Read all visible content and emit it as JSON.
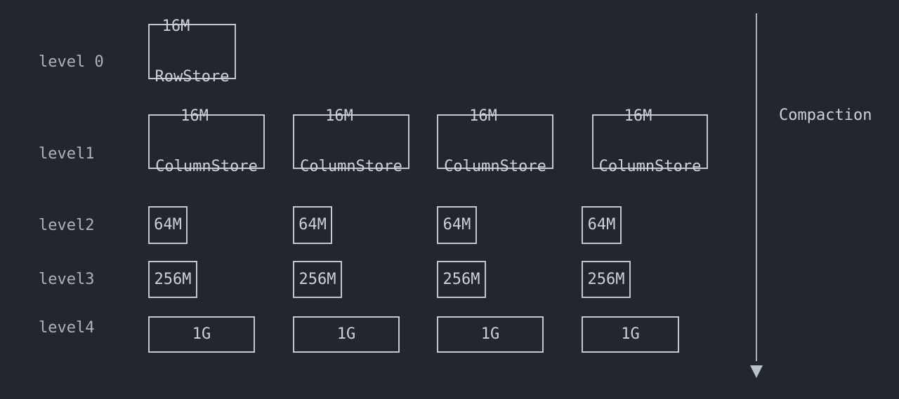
{
  "colors": {
    "background": "#22262e",
    "box_border": "#c2c8d1",
    "box_text": "#ccd1d9",
    "label_text": "#acb3be",
    "arrow": "#a9b1bd",
    "arrowhead": "#b9c1cb"
  },
  "levels": [
    {
      "label": "level 0",
      "boxes": [
        {
          "size": "16M",
          "store": "RowStore"
        }
      ]
    },
    {
      "label": "level1",
      "boxes": [
        {
          "size": "16M",
          "store": "ColumnStore"
        },
        {
          "size": "16M",
          "store": "ColumnStore"
        },
        {
          "size": "16M",
          "store": "ColumnStore"
        },
        {
          "size": "16M",
          "store": "ColumnStore"
        }
      ]
    },
    {
      "label": "level2",
      "boxes": [
        {
          "size": "64M"
        },
        {
          "size": "64M"
        },
        {
          "size": "64M"
        },
        {
          "size": "64M"
        }
      ]
    },
    {
      "label": "level3",
      "boxes": [
        {
          "size": "256M"
        },
        {
          "size": "256M"
        },
        {
          "size": "256M"
        },
        {
          "size": "256M"
        }
      ]
    },
    {
      "label": "level4",
      "boxes": [
        {
          "size": "1G"
        },
        {
          "size": "1G"
        },
        {
          "size": "1G"
        },
        {
          "size": "1G"
        }
      ]
    }
  ],
  "compaction": {
    "label": "Compaction"
  }
}
